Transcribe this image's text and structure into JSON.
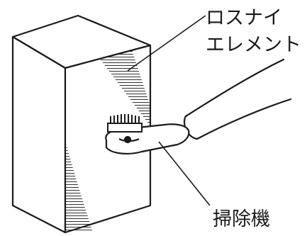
{
  "labels": {
    "element_line1": "ロスナイ",
    "element_line2": "エレメント",
    "vacuum": "掃除機"
  },
  "colors": {
    "stroke": "#1a1a1a",
    "background": "#ffffff"
  }
}
